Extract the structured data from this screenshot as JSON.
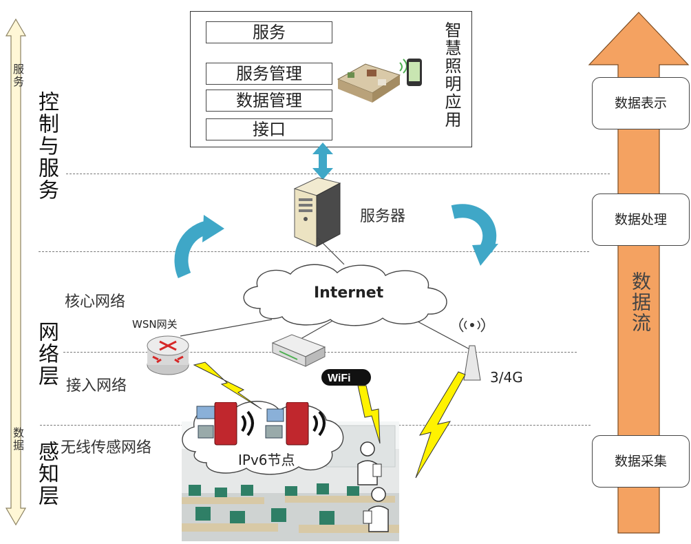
{
  "left_axis": {
    "top_label": "服务",
    "bottom_label": "数据"
  },
  "layers": {
    "control": "控制与服务",
    "network": "网络层",
    "perception": "感知层"
  },
  "service_box": {
    "rows": [
      "服务",
      "服务管理",
      "数据管理",
      "接口"
    ],
    "app_label": "智慧照明应用"
  },
  "nodes": {
    "server": "服务器",
    "internet": "Internet",
    "core_network": "核心网络",
    "wsn_gateway": "WSN网关",
    "access_network": "接入网络",
    "cellular": "3/4G",
    "wifi": "WiFi",
    "wireless_sensor_network": "无线传感网络",
    "ipv6_node": "IPv6节点"
  },
  "right_column": {
    "boxes": [
      "数据表示",
      "数据处理",
      "数据采集"
    ],
    "flow_label": "数据流"
  },
  "colors": {
    "arrow_orange": "#F4A261",
    "cycle_blue": "#3FA7C7",
    "lightning_yellow": "#FFF200",
    "router_red": "#D62828"
  }
}
